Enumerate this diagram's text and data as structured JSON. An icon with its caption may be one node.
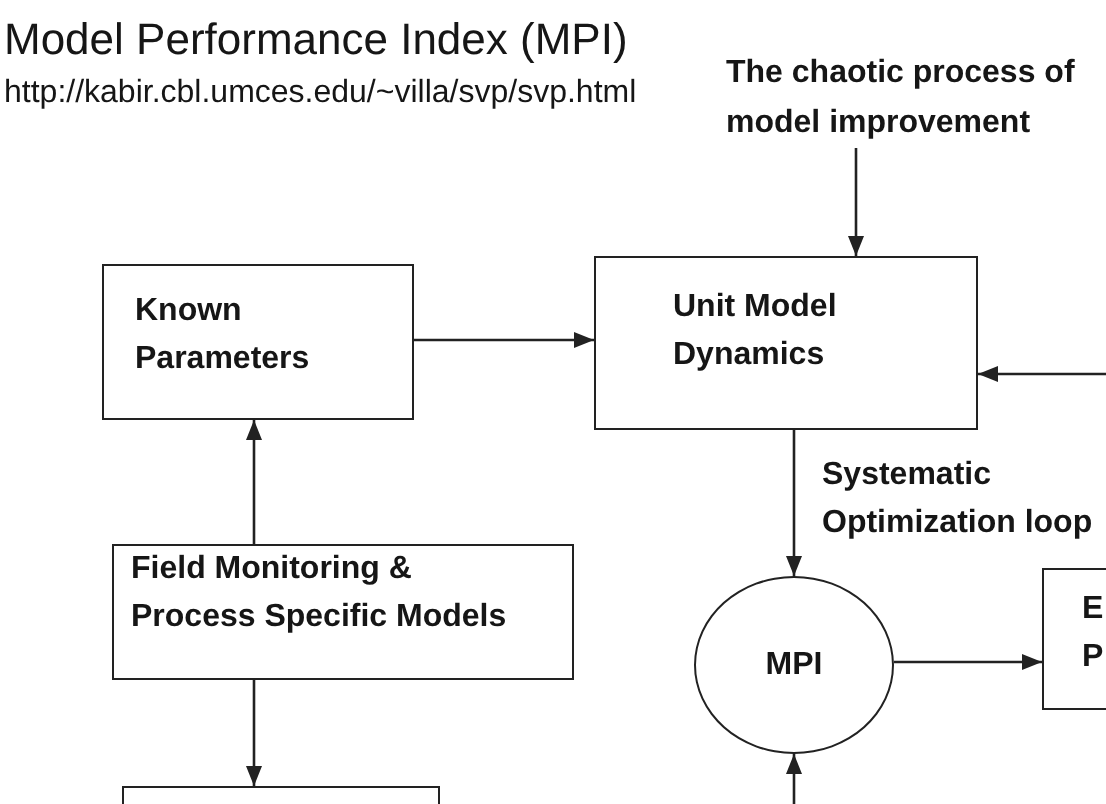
{
  "diagram": {
    "title": "Model Performance Index (MPI)",
    "nodes": [
      {
        "text": [
          "The chaotic process of model improvement"
        ]
      },
      {
        "text": [
          "Known Parameters"
        ]
      },
      {
        "text": [
          "Unit Model Dynamics"
        ]
      },
      {
        "text": [
          "Field Monitoring & Process Specific Models"
        ]
      },
      {
        "text": [
          "MPI"
        ]
      },
      {
        "text": [
          "E P"
        ]
      },
      {
        "text": [],
        "shape": "box"
      }
    ],
    "edges": [
      {
        "from": 0,
        "to": 2,
        "arrow": "to"
      },
      {
        "from": 1,
        "to": 2,
        "arrow": "to"
      },
      {
        "from": 3,
        "to": 1,
        "arrow": "to"
      },
      {
        "from": 3,
        "to": 6,
        "arrow": "to"
      },
      {
        "from": 2,
        "to": 4,
        "arrow": "to",
        "label": "Systematic Optimization loop"
      },
      {
        "from": 4,
        "to": 5,
        "arrow": "to"
      },
      {
        "from": null,
        "to": 2,
        "arrow": "to"
      },
      {
        "from": null,
        "to": 4,
        "arrow": "to"
      }
    ],
    "labels": [
      "http://kabir.cbl.umces.edu/~villa/svp/svp.html"
    ]
  }
}
